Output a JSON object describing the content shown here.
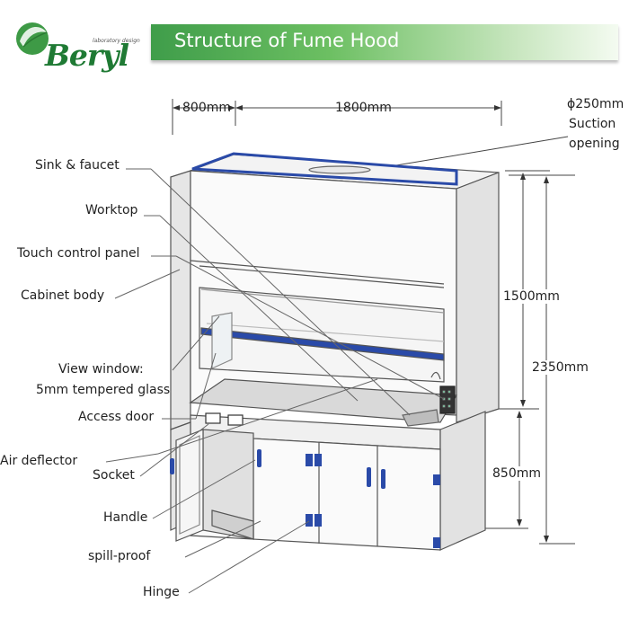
{
  "logo": {
    "name": "Beryl",
    "tagline": "laboratory design"
  },
  "banner": {
    "title": "Structure of Fume Hood"
  },
  "dimensions": {
    "depth": "800mm",
    "width": "1800mm",
    "suction_diameter": "ϕ250mm",
    "suction_label_1": "Suction",
    "suction_label_2": "opening",
    "upper_height": "1500mm",
    "total_height": "2350mm",
    "lower_height": "850mm"
  },
  "labels": {
    "sink": "Sink & faucet",
    "worktop": "Worktop",
    "touch_panel": "Touch control panel",
    "cabinet_body": "Cabinet body",
    "view_window_1": "View window:",
    "view_window_2": "5mm tempered glass",
    "access_door": "Access door",
    "air_deflector": "Air deflector",
    "socket": "Socket",
    "handle": "Handle",
    "spill_proof": "spill-proof",
    "hinge": "Hinge"
  },
  "colors": {
    "brand_green": "#3f9d4a",
    "frame_blue": "#2a4aa8",
    "line_gray": "#555555"
  }
}
